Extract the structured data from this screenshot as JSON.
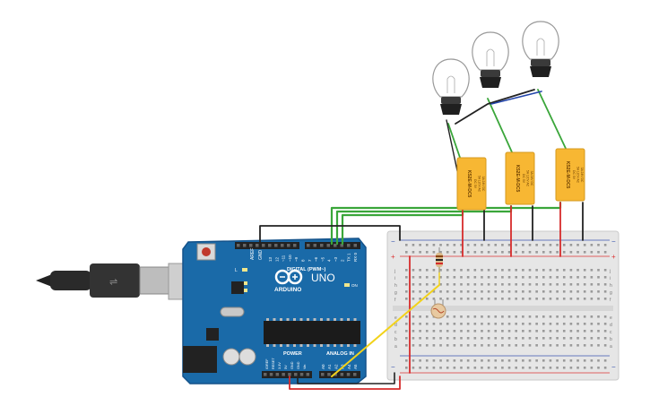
{
  "arduino": {
    "logo_text": "ARDUINO",
    "model": "UNO",
    "digital_label": "DIGITAL (PWM~)",
    "power_label": "POWER",
    "analog_label": "ANALOG IN",
    "aref_label": "AREF",
    "gnd_label": "GND",
    "led_l": "L",
    "led_tx": "TX",
    "led_rx": "RX",
    "on_label": "ON",
    "digital_pins": [
      "13",
      "12",
      "~11",
      "~10",
      "~9",
      "8",
      "7",
      "~6",
      "~5",
      "4",
      "~3",
      "2",
      "TX 1",
      "RX 0"
    ],
    "power_pins": [
      "IOREF",
      "RESET",
      "3.3V",
      "5V",
      "GND",
      "GND",
      "Vin"
    ],
    "analog_pins": [
      "A0",
      "A1",
      "A2",
      "A3",
      "A4",
      "A5"
    ]
  },
  "relays": [
    {
      "label": "KS2E-M-DC5",
      "spec1": "DC 5V",
      "spec2": "5A 120V AC",
      "spec3": "3A 24V DC"
    },
    {
      "label": "KS2E-M-DC5",
      "spec1": "DC 5V",
      "spec2": "5A 120V AC",
      "spec3": "3A 24V DC"
    },
    {
      "label": "KS2E-M-DC5",
      "spec1": "DC 5V",
      "spec2": "5A 120V AC",
      "spec3": "3A 24V DC"
    }
  ],
  "breadboard": {
    "row_letters_top": [
      "j",
      "i",
      "h",
      "g",
      "f"
    ],
    "row_letters_bottom": [
      "e",
      "d",
      "c",
      "b",
      "a"
    ]
  },
  "colors": {
    "board": "#1a6aa8",
    "breadboard": "#e6e6e6",
    "relay": "#f7b733",
    "wire_green": "#3aa63a",
    "wire_black": "#222222",
    "wire_red": "#d62b2b",
    "wire_yellow": "#f2d21a",
    "wire_blue": "#2244aa"
  }
}
